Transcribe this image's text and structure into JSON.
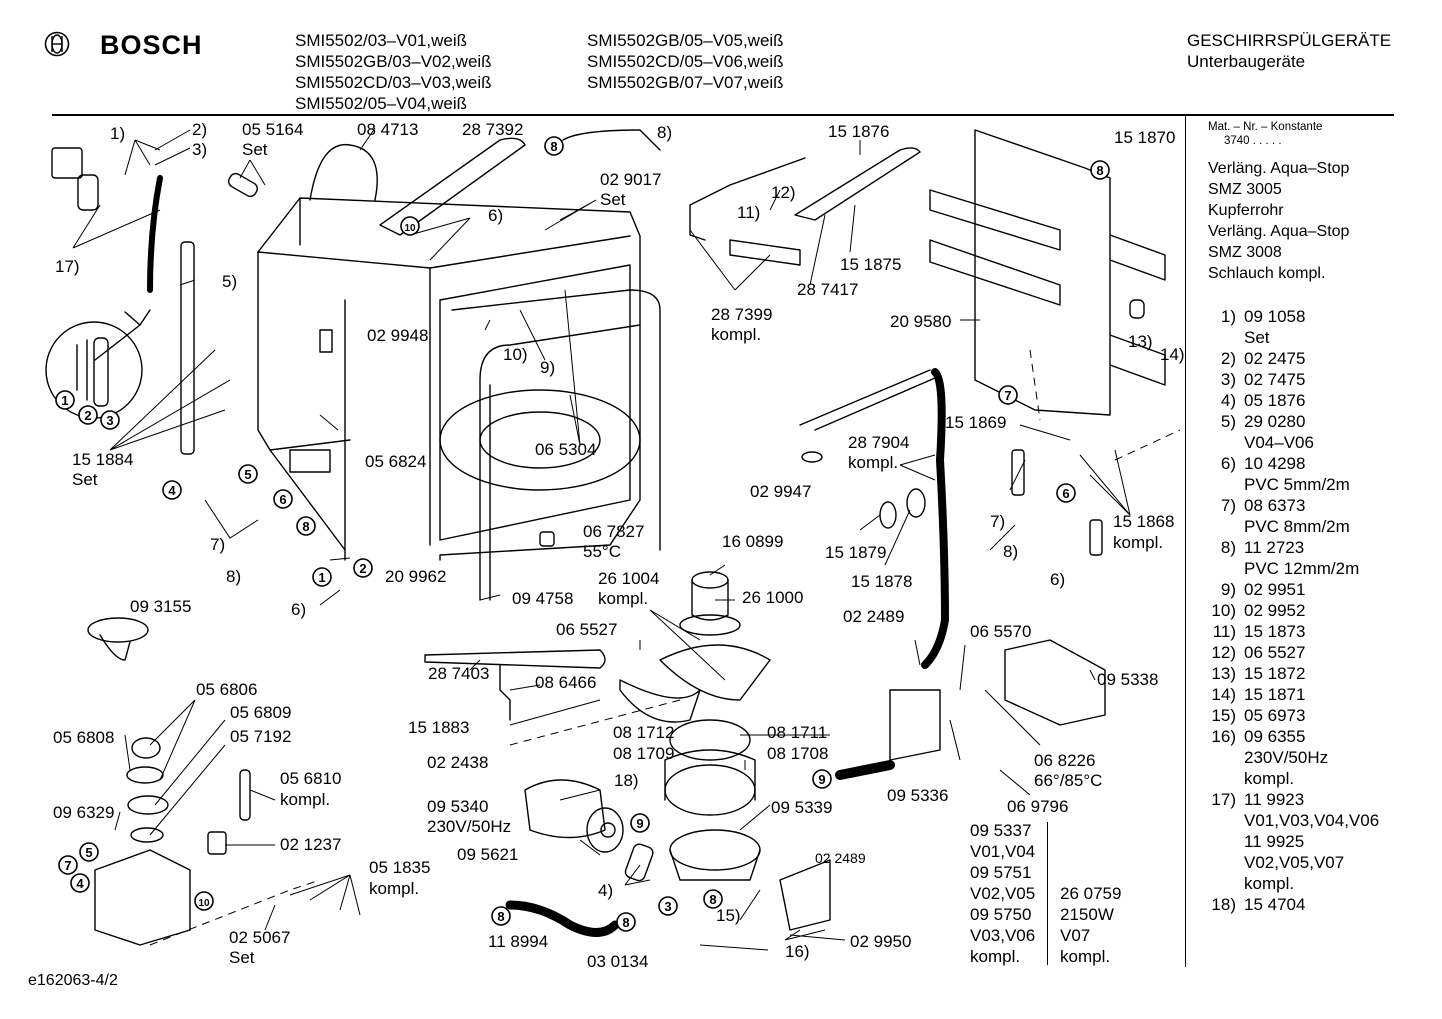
{
  "header": {
    "brand": "BOSCH",
    "models_col1": [
      "SMI5502/03–V01,weiß",
      "SMI5502GB/03–V02,weiß",
      "SMI5502CD/03–V03,weiß",
      "SMI5502/05–V04,weiß"
    ],
    "models_col2": [
      "SMI5502GB/05–V05,weiß",
      "SMI5502CD/05–V06,weiß",
      "SMI5502GB/07–V07,weiß"
    ],
    "category": "GESCHIRRSPÜLGERÄTE",
    "subcategory": "Unterbaugeräte"
  },
  "sidebar": {
    "mat_nr": "Mat. – Nr. – Konstante",
    "mat_const": "3740 . . . . .",
    "lines": [
      "Verläng. Aqua–Stop",
      "SMZ 3005",
      "Kupferrohr",
      "Verläng. Aqua–Stop",
      "SMZ 3008",
      "Schlauch kompl."
    ],
    "parts": [
      {
        "n": "1)",
        "v": "09 1058"
      },
      {
        "n": "",
        "v": "Set"
      },
      {
        "n": "2)",
        "v": "02 2475"
      },
      {
        "n": "3)",
        "v": "02 7475"
      },
      {
        "n": "4)",
        "v": "05 1876"
      },
      {
        "n": "5)",
        "v": "29 0280"
      },
      {
        "n": "",
        "v": "V04–V06"
      },
      {
        "n": "6)",
        "v": "10 4298"
      },
      {
        "n": "",
        "v": "PVC 5mm/2m"
      },
      {
        "n": "7)",
        "v": "08 6373"
      },
      {
        "n": "",
        "v": "PVC 8mm/2m"
      },
      {
        "n": "8)",
        "v": "11 2723"
      },
      {
        "n": "",
        "v": "PVC 12mm/2m"
      },
      {
        "n": "9)",
        "v": "02 9951"
      },
      {
        "n": "10)",
        "v": "02 9952"
      },
      {
        "n": "11)",
        "v": "15 1873"
      },
      {
        "n": "12)",
        "v": "06 5527"
      },
      {
        "n": "13)",
        "v": "15 1872"
      },
      {
        "n": "14)",
        "v": "15 1871"
      },
      {
        "n": "15)",
        "v": "05 6973"
      },
      {
        "n": "16)",
        "v": "09 6355"
      },
      {
        "n": "",
        "v": "230V/50Hz"
      },
      {
        "n": "",
        "v": "kompl."
      },
      {
        "n": "17)",
        "v": "11 9923"
      },
      {
        "n": "",
        "v": "V01,V03,V04,V06"
      },
      {
        "n": "",
        "v": "11 9925"
      },
      {
        "n": "",
        "v": "V02,V05,V07"
      },
      {
        "n": "",
        "v": "kompl."
      },
      {
        "n": "18)",
        "v": "15 4704"
      }
    ]
  },
  "labels": {
    "l1": "1)",
    "l2": "2)",
    "l3": "3)",
    "l17": "17)",
    "l5": "5)",
    "p055164": "05 5164",
    "set1": "Set",
    "p084713": "08 4713",
    "p287392": "28 7392",
    "l8a": "8)",
    "p029017": "02 9017",
    "set2": "Set",
    "l6a": "6)",
    "p029948": "02 9948",
    "p151884": "15 1884",
    "set3": "Set",
    "p056824": "05 6824",
    "l10a": "10)",
    "l9a": "9)",
    "p065304": "06 5304",
    "l7a": "7)",
    "l8b": "8)",
    "p209962": "20 9962",
    "l6b": "6)",
    "p093155": "09 3155",
    "p067827": "06 7827",
    "t55": "55°C",
    "p094758": "09 4758",
    "p151876": "15 1876",
    "l12": "12)",
    "l11": "11)",
    "p151875": "15 1875",
    "p287399": "28 7399",
    "kompl1": "kompl.",
    "p287417": "28 7417",
    "p151870": "15 1870",
    "p209580": "20 9580",
    "l13": "13)",
    "l14": "14)",
    "p151869": "15 1869",
    "p287904": "28 7904",
    "kompl2": "kompl.",
    "p029947": "02 9947",
    "l7b": "7)",
    "l8c": "8)",
    "l6c": "6)",
    "p151868": "15 1868",
    "kompl3": "kompl.",
    "p151879": "15 1879",
    "p151878": "15 1878",
    "p160899": "16 0899",
    "p261004": "26 1004",
    "kompl4": "kompl.",
    "p261000": "26 1000",
    "p065527": "06 5527",
    "p287403": "28 7403",
    "p086466": "08 6466",
    "p151883": "15 1883",
    "p022489a": "02 2489",
    "p065570": "06 5570",
    "p095338": "09 5338",
    "p081712": "08 1712",
    "p081711": "08 1711",
    "p081709": "08 1709",
    "p081708": "08 1708",
    "p022438": "02 2438",
    "l18": "18)",
    "p095340": "09 5340",
    "v230": "230V/50Hz",
    "p095339": "09 5339",
    "p095621": "09 5621",
    "l4": "4)",
    "p095336": "09 5336",
    "p068226": "06 8226",
    "t66": "66°/85°C",
    "p069796": "06 9796",
    "p022489b": "02 2489",
    "l15": "15)",
    "l16": "16)",
    "p029950": "02 9950",
    "p118994": "11 8994",
    "p030134": "03 0134",
    "p056806": "05 6806",
    "p056809": "05 6809",
    "p056808": "05 6808",
    "p057192": "05 7192",
    "p056810": "05 6810",
    "kompl5": "kompl.",
    "p096329": "09 6329",
    "p021237": "02 1237",
    "p051835": "05 1835",
    "kompl6": "kompl.",
    "p025067": "02 5067",
    "set4": "Set"
  },
  "variant_table": {
    "left": [
      "09 5337",
      "V01,V04",
      "09 5751",
      "V02,V05",
      "09 5750",
      "V03,V06",
      "kompl."
    ],
    "right": [
      "26 0759",
      "2150W",
      "V07",
      "kompl."
    ]
  },
  "footer": "e162063-4/2"
}
